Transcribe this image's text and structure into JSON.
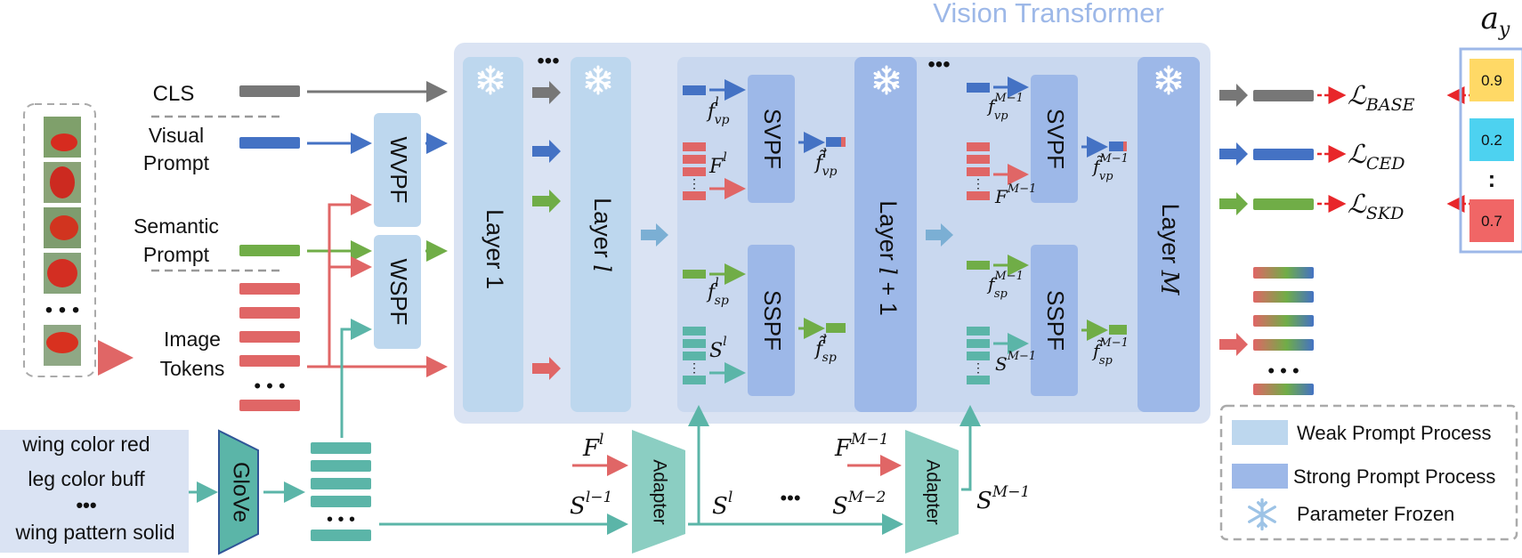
{
  "title": "Vision Transformer",
  "score_title": "a",
  "score_sub": "y",
  "scores": [
    "0.9",
    "0.2",
    "0.7"
  ],
  "score_ellipsis": ":",
  "tokens": {
    "cls": "CLS",
    "visual_1": "Visual",
    "visual_2": "Prompt",
    "semantic_1": "Semantic",
    "semantic_2": "Prompt",
    "image_1": "Image",
    "image_2": "Tokens"
  },
  "modules": {
    "wvpf": "WVPF",
    "wspf": "WSPF",
    "layer1": "Layer 1",
    "layer_l": "Layer l",
    "svpf": "SVPF",
    "sspf": "SSPF",
    "layer_l1": "Layer l + 1",
    "layer_m": "Layer M",
    "glove": "GloVe",
    "adapter": "Adapter"
  },
  "attributes": [
    "wing color red",
    "leg color buff",
    "•••",
    "wing pattern solid"
  ],
  "math": {
    "f_vp_l": "f",
    "f_vp_l_sub": "vp",
    "f_vp_l_sup": "l",
    "F_l": "F",
    "F_l_sup": "l",
    "ftilde_vp_l": "f̃",
    "f_sp_l": "f",
    "S_l": "S",
    "F_M1": "F",
    "M1": "M−1",
    "S_M1": "S",
    "S_lm1": "S",
    "S_lm1_sup": "l−1",
    "S_M2": "S",
    "S_M2_sup": "M−2",
    "dots": "···"
  },
  "losses": [
    {
      "sym": "ℒ",
      "sub": "BASE"
    },
    {
      "sym": "ℒ",
      "sub": "CED"
    },
    {
      "sym": "ℒ",
      "sub": "SKD"
    }
  ],
  "legend": {
    "weak": "Weak Prompt Process",
    "strong": "Strong Prompt Process",
    "frozen": "Parameter Frozen"
  },
  "colors": {
    "gray": "#777777",
    "blue": "#4472C4",
    "green": "#70AD47",
    "red": "#E06666",
    "teal": "#5BB5A8",
    "weak": "#BDD7EE",
    "strong": "#9DB8E8",
    "panel": "#DAE3F3",
    "score_yellow": "#FFD966",
    "score_cyan": "#4DD2F0",
    "score_red": "#F06666"
  }
}
